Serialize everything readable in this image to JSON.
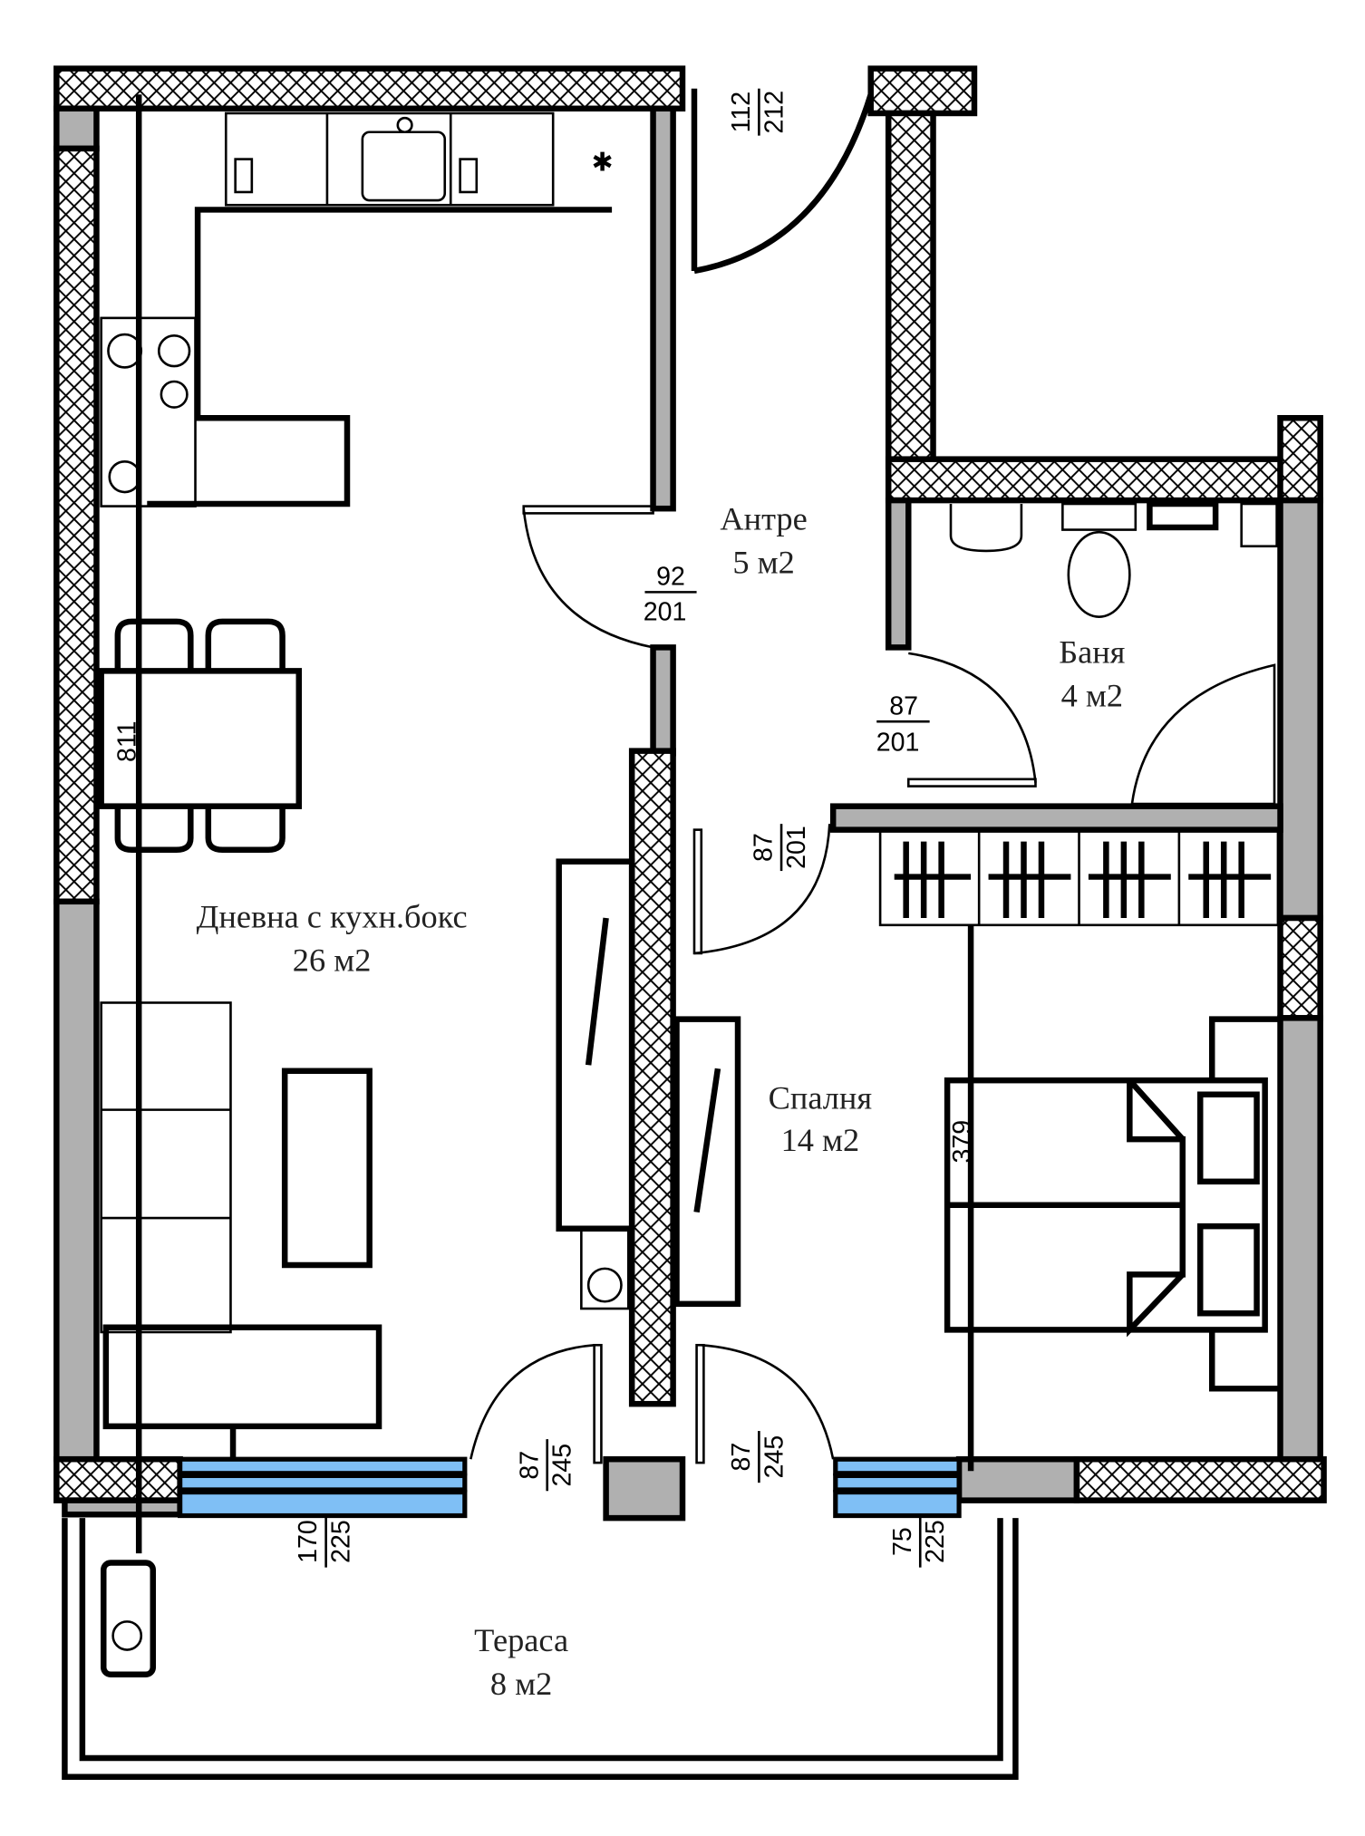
{
  "rooms": {
    "living": {
      "name": "Дневна с кухн.бокс",
      "area": "26 м2"
    },
    "hall": {
      "name": "Антре",
      "area": "5 м2"
    },
    "bath": {
      "name": "Баня",
      "area": "4 м2"
    },
    "bedroom": {
      "name": "Спалня",
      "area": "14 м2"
    },
    "terrace": {
      "name": "Тераса",
      "area": "8 м2"
    }
  },
  "dimensions": {
    "entry_door": {
      "w": "112",
      "h": "212"
    },
    "living_door": {
      "w": "92",
      "h": "201"
    },
    "bath_door": {
      "w": "87",
      "h": "201"
    },
    "bedroom_door": {
      "w": "87",
      "h": "201"
    },
    "living_terrace_door": {
      "w": "87",
      "h": "245"
    },
    "bedroom_terrace_door": {
      "w": "87",
      "h": "245"
    },
    "living_window": {
      "w": "170",
      "h": "225"
    },
    "bedroom_window": {
      "w": "75",
      "h": "225"
    },
    "living_height_mark": "811",
    "bedroom_height_mark": "379"
  },
  "colors": {
    "window_glass": "#7fbff5",
    "wall_fill": "#b0b0b0"
  }
}
